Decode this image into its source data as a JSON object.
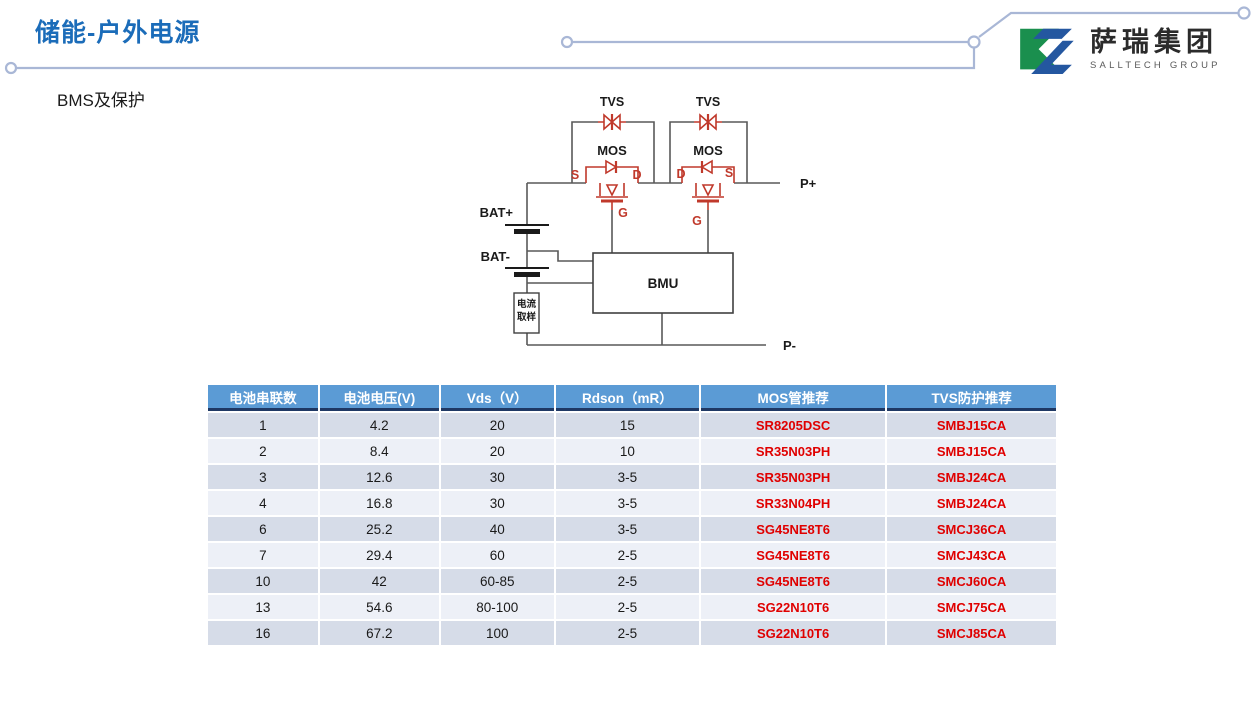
{
  "page": {
    "title": "储能-户外电源",
    "subtitle": "BMS及保护",
    "title_color": "#1b6cb9",
    "decor_line_color": "#a9b7d6"
  },
  "logo": {
    "name": "萨瑞集团",
    "subname": "SALLTECH GROUP",
    "green": "#1a8f4e",
    "blue": "#2457a0"
  },
  "circuit": {
    "tvs_label": "TVS",
    "mos_label": "MOS",
    "s_label": "S",
    "d_label": "D",
    "g_label": "G",
    "bat_plus": "BAT+",
    "bat_minus": "BAT-",
    "bmu_label": "BMU",
    "sampling_line1": "电流",
    "sampling_line2": "取样",
    "p_plus": "P+",
    "p_minus": "P-",
    "symbol_color": "#c0392b",
    "wire_color": "#595959"
  },
  "table": {
    "headers": [
      "电池串联数",
      "电池电压(V)",
      "Vds（V）",
      "Rdson（mR）",
      "MOS管推荐",
      "TVS防护推荐"
    ],
    "rows": [
      [
        "1",
        "4.2",
        "20",
        "15",
        "SR8205DSC",
        "SMBJ15CA"
      ],
      [
        "2",
        "8.4",
        "20",
        "10",
        "SR35N03PH",
        "SMBJ15CA"
      ],
      [
        "3",
        "12.6",
        "30",
        "3-5",
        "SR35N03PH",
        "SMBJ24CA"
      ],
      [
        "4",
        "16.8",
        "30",
        "3-5",
        "SR33N04PH",
        "SMBJ24CA"
      ],
      [
        "6",
        "25.2",
        "40",
        "3-5",
        "SG45NE8T6",
        "SMCJ36CA"
      ],
      [
        "7",
        "29.4",
        "60",
        "2-5",
        "SG45NE8T6",
        "SMCJ43CA"
      ],
      [
        "10",
        "42",
        "60-85",
        "2-5",
        "SG45NE8T6",
        "SMCJ60CA"
      ],
      [
        "13",
        "54.6",
        "80-100",
        "2-5",
        "SG22N10T6",
        "SMCJ75CA"
      ],
      [
        "16",
        "67.2",
        "100",
        "2-5",
        "SG22N10T6",
        "SMCJ85CA"
      ]
    ],
    "header_bg": "#5b9bd5",
    "header_underline": "#1f3864",
    "row_alt_dark": "#d6dce8",
    "row_alt_light": "#edf0f7",
    "part_number_color": "#e00000"
  }
}
